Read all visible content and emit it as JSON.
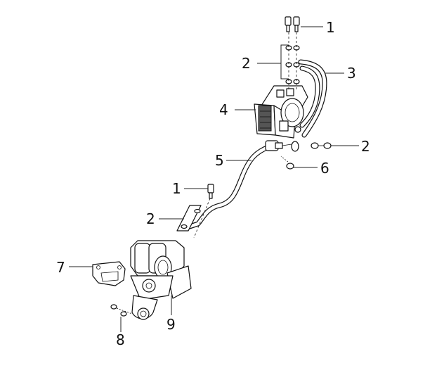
{
  "callouts": {
    "c1_top": "1",
    "c2_upper": "2",
    "c3": "3",
    "c4": "4",
    "c2_right": "2",
    "c5": "5",
    "c6": "6",
    "c1_lower": "1",
    "c2_lower": "2",
    "c7": "7",
    "c9": "9",
    "c8": "8"
  }
}
